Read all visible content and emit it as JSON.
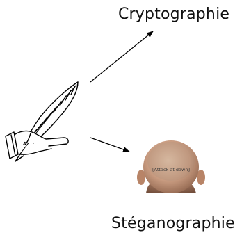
{
  "diagram": {
    "top_label": "Cryptographie",
    "bottom_label": "Stéganographie",
    "head_message": "[Attack at dawn]",
    "icons": {
      "source": "quill-pen-hand-icon",
      "target_bottom": "shaved-head-icon"
    },
    "colors": {
      "text": "#111111",
      "arrow": "#000000",
      "skin": "#c79b7f"
    }
  }
}
